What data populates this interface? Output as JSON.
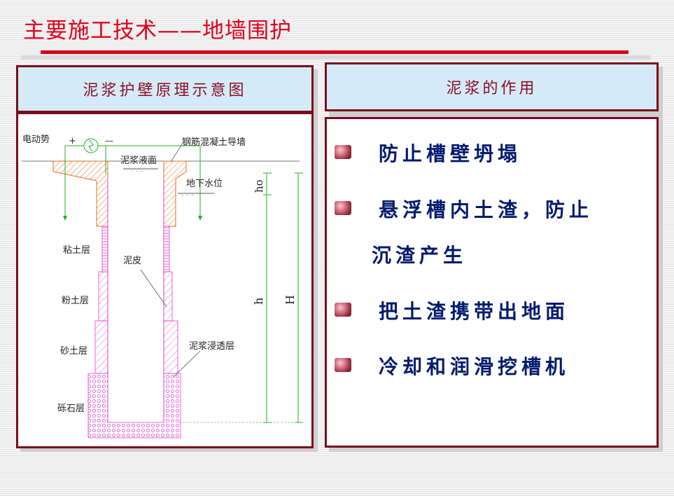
{
  "slide_title": "主要施工技术——地墙围护",
  "left_panel": {
    "header": "泥浆护壁原理示意图",
    "diagram": {
      "power_label": "电动势",
      "plus": "+",
      "minus": "—",
      "wall_label": "钢筋混凝土导墙",
      "slurry_level_label": "泥浆液面",
      "groundwater_label": "地下水位",
      "clay_label": "粘土层",
      "silt_label": "粉土层",
      "sand_label": "砂土层",
      "gravel_label": "砾石层",
      "mudcake_label": "泥皮",
      "infiltration_label": "泥浆浸透层",
      "ho_label": "ho",
      "h_label": "h",
      "H_label": "H"
    }
  },
  "right_panel": {
    "header": "泥浆的作用",
    "items": [
      {
        "line1": "防止槽壁坍塌"
      },
      {
        "line1": "悬浮槽内土渣，防止",
        "line2": "沉渣产生"
      },
      {
        "line1": "把土渣携带出地面"
      },
      {
        "line1": "冷却和润滑挖槽机"
      }
    ]
  },
  "colors": {
    "title": "#e0001a",
    "border": "#7a0b1d",
    "header_bg": "#d4ebf7",
    "header_text": "#8b0d24",
    "item_text": "#001a6e",
    "green": "#22b022",
    "magenta": "#e040d0",
    "orange": "#e07020"
  }
}
